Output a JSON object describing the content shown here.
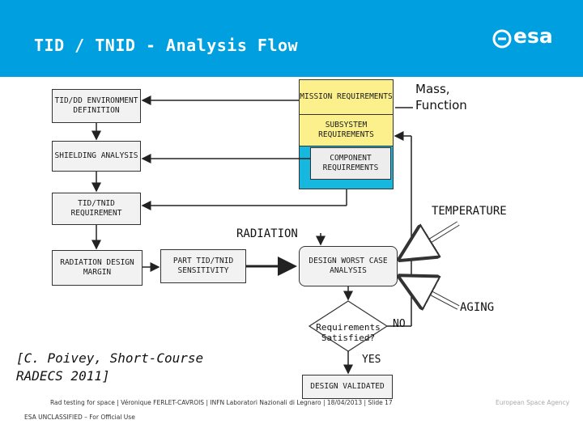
{
  "header": {
    "title": "TID / TNID - Analysis Flow",
    "logo_text": "esa",
    "color": "#009fdf"
  },
  "boxes": {
    "tid_dd": "TID/DD ENVIRONMENT DEFINITION",
    "shielding": "SHIELDING ANALYSIS",
    "tid_tnid_req": "TID/TNID REQUIREMENT",
    "rad_margin": "RADIATION DESIGN MARGIN",
    "part_sensitivity": "PART TID/TNID SENSITIVITY",
    "mission_req": "MISSION REQUIREMENTS",
    "subsystem_req": "SUBSYSTEM REQUIREMENTS",
    "component_req": "COMPONENT REQUIREMENTS",
    "worst_case": "DESIGN WORST CASE ANALYSIS",
    "design_validated": "DESIGN VALIDATED"
  },
  "labels": {
    "mass_function": "Mass, Function",
    "temperature": "TEMPERATURE",
    "radiation": "RADIATION",
    "aging": "AGING",
    "requirements_satisfied": "Requirements Satisfied?",
    "no": "NO",
    "yes": "YES"
  },
  "citation": "[C. Poivey, Short-Course RADECS 2011]",
  "footer": {
    "left": "Rad testing for space | Véronique FERLET-CAVROIS | INFN Laboratori Nazionali di Legnaro | 18/04/2013 | Slide 17",
    "right": "European Space Agency",
    "classification": "ESA UNCLASSIFIED – For Official Use"
  },
  "colors": {
    "yellow": "#fbf08c",
    "cyan": "#17b8e0",
    "box": "#f2f2f2"
  }
}
